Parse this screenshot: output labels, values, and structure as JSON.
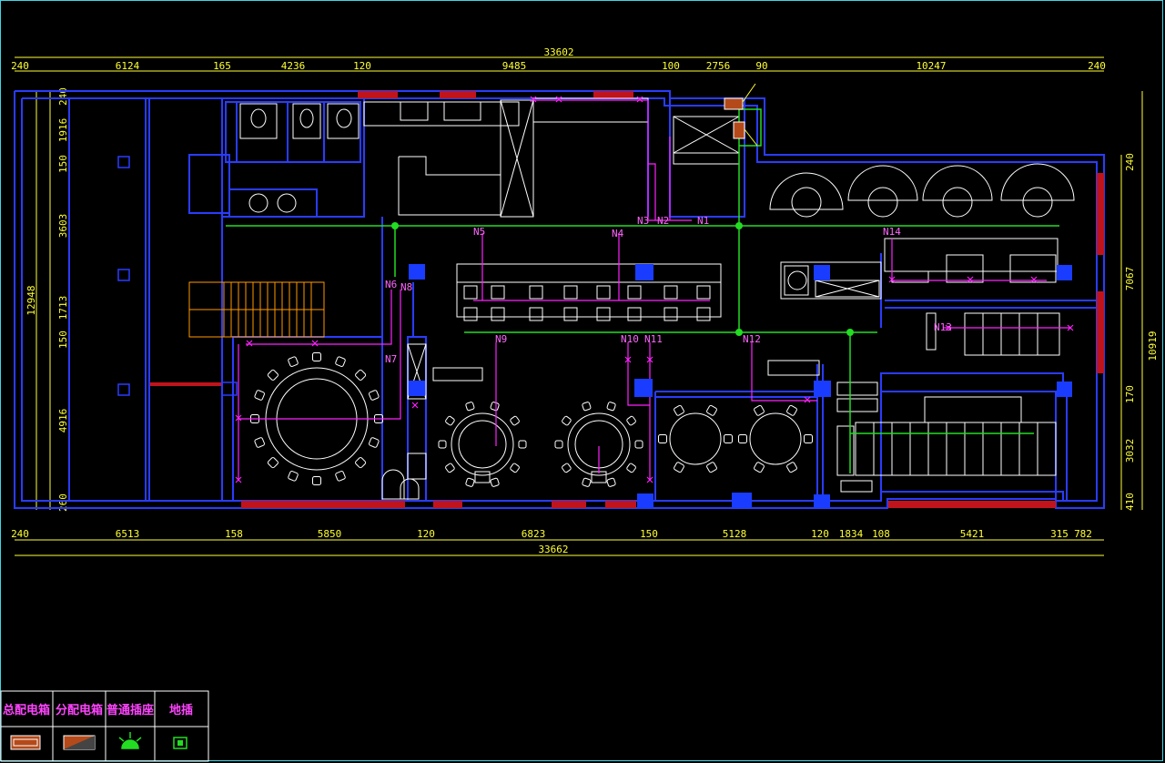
{
  "top_dims": {
    "total": "33602",
    "segments": [
      "240",
      "6124",
      "165",
      "4236",
      "120",
      "9485",
      "100",
      "2756",
      "90",
      "10247",
      "240"
    ]
  },
  "bottom_dims": {
    "total": "33662",
    "segments": [
      "240",
      "6513",
      "158",
      "5850",
      "120",
      "6823",
      "150",
      "5128",
      "120",
      "1834",
      "108",
      "5421",
      "315",
      "782"
    ]
  },
  "left_dims": {
    "total": "12948",
    "segments": [
      "240",
      "1916",
      "150",
      "3603",
      "1713",
      "150",
      "4916",
      "260"
    ]
  },
  "right_dims": {
    "total": "10919",
    "outer": "7067",
    "segments": [
      "240",
      "170",
      "3032",
      "410"
    ]
  },
  "circuits": [
    "N1",
    "N2",
    "N3",
    "N4",
    "N5",
    "N6",
    "N8",
    "N7",
    "N9",
    "N10",
    "N11",
    "N12",
    "N13",
    "N14"
  ],
  "legend": [
    {
      "label": "总配电箱",
      "icon": "main-distribution-box-icon"
    },
    {
      "label": "分配电箱",
      "icon": "sub-distribution-box-icon"
    },
    {
      "label": "普通插座",
      "icon": "socket-icon"
    },
    {
      "label": "地插",
      "icon": "floor-socket-icon"
    }
  ],
  "colors": {
    "wall": "#2a3cff",
    "dim": "#ffff33",
    "circuit": "#ff22ff",
    "trunk": "#22dd22",
    "window": "#c0141c",
    "stair": "#ff9900",
    "furniture": "#ffffff",
    "frame": "#3fd6e6"
  }
}
